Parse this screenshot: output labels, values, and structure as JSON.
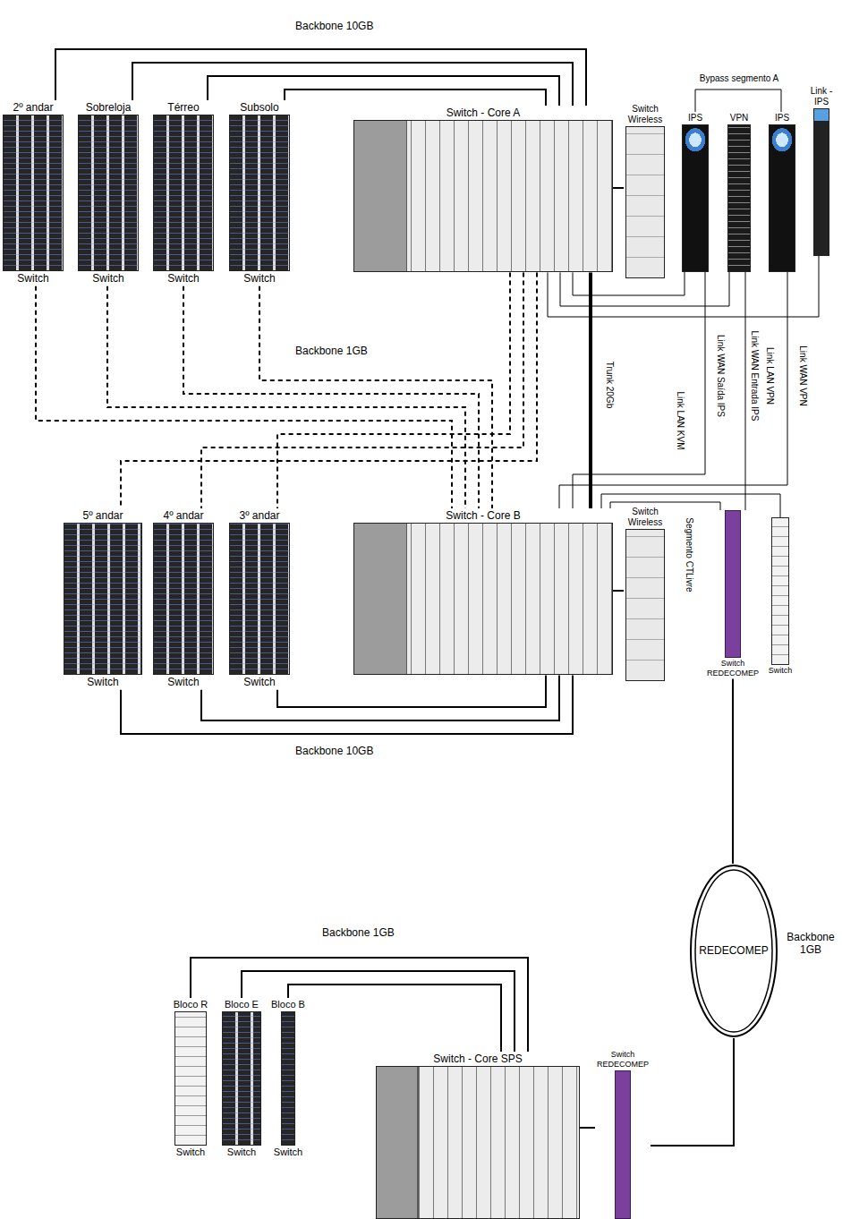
{
  "diagram": {
    "nodes": [
      {
        "text": [
          "Link - IPS"
        ]
      },
      {
        "text": [
          "IPS"
        ]
      },
      {
        "text": [
          "VPN"
        ]
      },
      {
        "text": [
          "IPS"
        ]
      },
      {
        "text": [
          "Switch - Core A"
        ]
      },
      {
        "text": [
          "Switch Wireless"
        ]
      },
      {
        "text": [
          "2º andar",
          "Switch"
        ]
      },
      {
        "text": [
          "Sobreloja",
          "Switch"
        ]
      },
      {
        "text": [
          "Térreo",
          "Switch"
        ]
      },
      {
        "text": [
          "Subsolo",
          "Switch"
        ]
      },
      {
        "text": [
          "Switch - Core B"
        ]
      },
      {
        "text": [
          "Switch Wireless"
        ]
      },
      {
        "text": [
          "Switch REDECOMEP"
        ]
      },
      {
        "text": [
          "Switch"
        ]
      },
      {
        "text": [
          "3º andar",
          "Switch"
        ]
      },
      {
        "text": [
          "4º andar",
          "Switch"
        ]
      },
      {
        "text": [
          "5º andar",
          "Switch"
        ]
      },
      {
        "text": [
          "REDECOMEP"
        ]
      },
      {
        "text": [
          "Switch REDECOMEP"
        ]
      },
      {
        "text": [
          "Switch - Core SPS"
        ]
      },
      {
        "text": [
          "Bloco B",
          "Switch"
        ]
      },
      {
        "text": [
          "Bloco E",
          "Switch"
        ]
      },
      {
        "text": [
          "Bloco R",
          "Switch"
        ]
      }
    ],
    "edges": [
      {
        "from": 4,
        "to": 6,
        "arrow": "none"
      },
      {
        "from": 4,
        "to": 7,
        "arrow": "none"
      },
      {
        "from": 4,
        "to": 8,
        "arrow": "none"
      },
      {
        "from": 4,
        "to": 9,
        "arrow": "none"
      },
      {
        "from": 4,
        "to": 5,
        "arrow": "none"
      },
      {
        "from": 6,
        "to": 10,
        "arrow": "none"
      },
      {
        "from": 7,
        "to": 10,
        "arrow": "none"
      },
      {
        "from": 8,
        "to": 10,
        "arrow": "none"
      },
      {
        "from": 9,
        "to": 10,
        "arrow": "none"
      },
      {
        "from": 4,
        "to": 14,
        "arrow": "none"
      },
      {
        "from": 4,
        "to": 15,
        "arrow": "none"
      },
      {
        "from": 4,
        "to": 16,
        "arrow": "none"
      },
      {
        "from": 4,
        "to": 10,
        "label": "Trunk 20Gb",
        "arrow": "none"
      },
      {
        "from": 1,
        "to": 4,
        "arrow": "none"
      },
      {
        "from": 2,
        "to": 4,
        "label": "Link LAN VPN",
        "arrow": "none"
      },
      {
        "from": 0,
        "to": 4,
        "arrow": "none"
      },
      {
        "from": 1,
        "to": 3,
        "label": "Bypass segmento A",
        "arrow": "none"
      },
      {
        "from": 1,
        "to": 10,
        "label": "Link WAN Saída IPS",
        "arrow": "none"
      },
      {
        "from": 2,
        "to": 12,
        "label": "Link WAN Entrada IPS",
        "arrow": "none"
      },
      {
        "from": 3,
        "to": 10,
        "label": "Link WAN VPN",
        "arrow": "none"
      },
      {
        "from": 10,
        "to": 11,
        "arrow": "none"
      },
      {
        "from": 10,
        "to": 12,
        "label": "Segmento CTLivre",
        "arrow": "none"
      },
      {
        "from": 10,
        "to": 13,
        "label": "Link LAN KVM",
        "arrow": "none"
      },
      {
        "from": 10,
        "to": 14,
        "arrow": "none"
      },
      {
        "from": 10,
        "to": 15,
        "arrow": "none"
      },
      {
        "from": 10,
        "to": 16,
        "arrow": "none"
      },
      {
        "from": 12,
        "to": 17,
        "arrow": "none"
      },
      {
        "from": 17,
        "to": 18,
        "arrow": "none"
      },
      {
        "from": 18,
        "to": 19,
        "arrow": "none"
      },
      {
        "from": 19,
        "to": 20,
        "arrow": "none"
      },
      {
        "from": 19,
        "to": 21,
        "arrow": "none"
      },
      {
        "from": 19,
        "to": 22,
        "arrow": "none"
      }
    ],
    "labels": [
      "Backbone 10GB",
      "Backbone 1GB",
      "Backbone 10GB",
      "Backbone 1GB",
      "Backbone 1GB"
    ]
  }
}
